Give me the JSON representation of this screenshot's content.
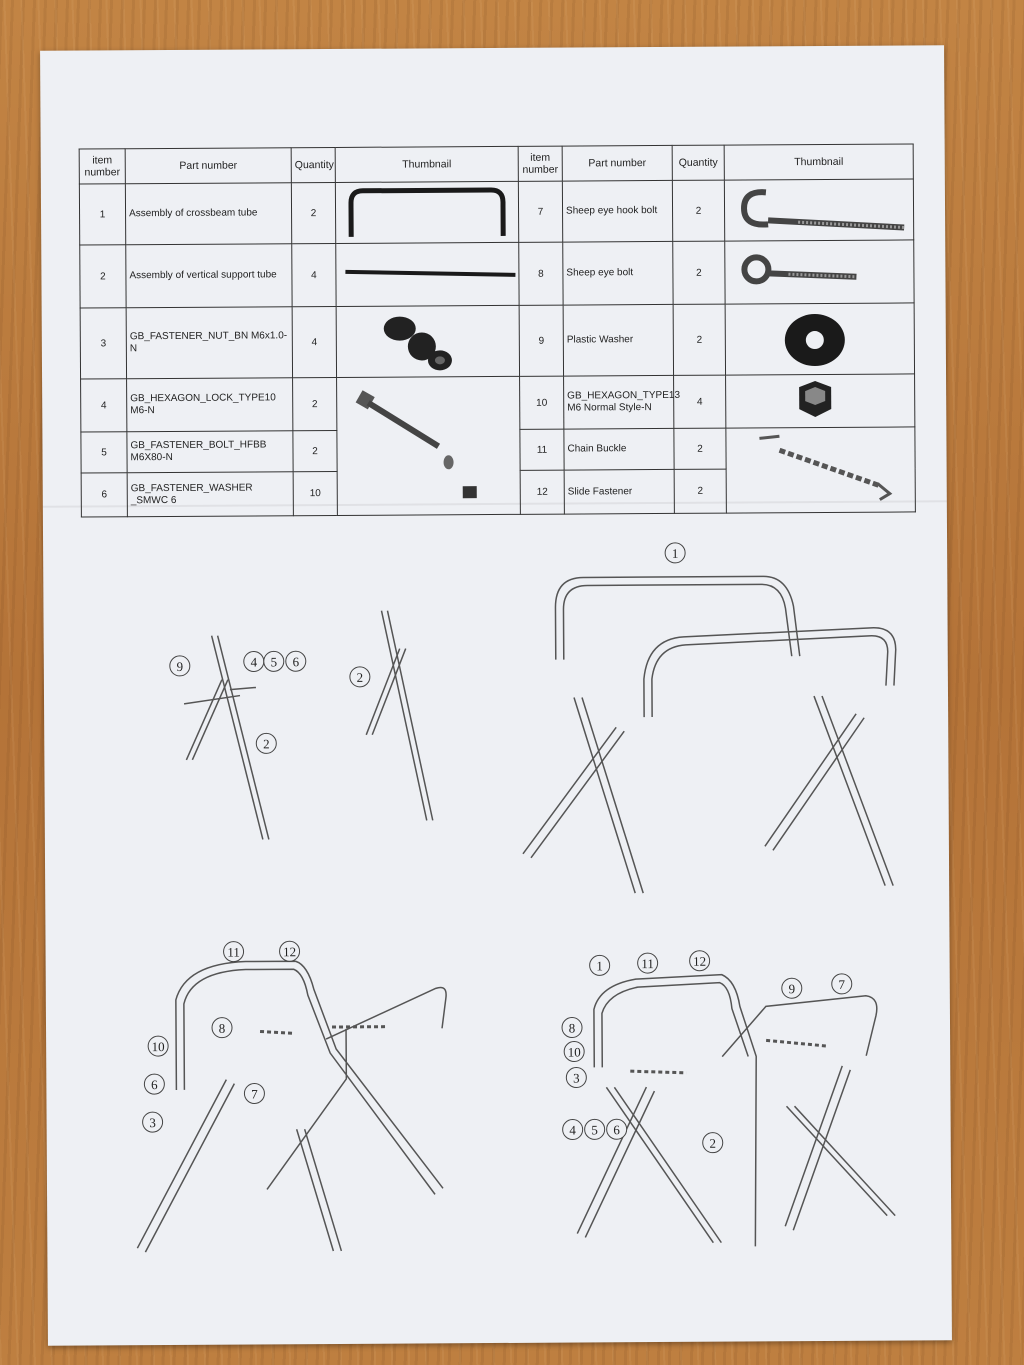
{
  "table": {
    "headers": [
      "item number",
      "Part number",
      "Quantity",
      "Thumbnail",
      "item number",
      "Part number",
      "Quantity",
      "Thumbnail"
    ],
    "left_rows": [
      {
        "item": "1",
        "part": "Assembly of crossbeam tube",
        "qty": "2"
      },
      {
        "item": "2",
        "part": "Assembly of vertical support tube",
        "qty": "4"
      },
      {
        "item": "3",
        "part": "GB_FASTENER_NUT_BN M6x1.0-N",
        "qty": "4"
      },
      {
        "item": "4",
        "part": "GB_HEXAGON_LOCK_TYPE10 M6-N",
        "qty": "2"
      },
      {
        "item": "5",
        "part": "GB_FASTENER_BOLT_HFBB M6X80-N",
        "qty": "2"
      },
      {
        "item": "6",
        "part": "GB_FASTENER_WASHER _SMWC 6",
        "qty": "10"
      }
    ],
    "right_rows": [
      {
        "item": "7",
        "part": "Sheep eye hook bolt",
        "qty": "2"
      },
      {
        "item": "8",
        "part": "Sheep eye bolt",
        "qty": "2"
      },
      {
        "item": "9",
        "part": "Plastic Washer",
        "qty": "2"
      },
      {
        "item": "10",
        "part": "GB_HEXAGON_TYPE13 M6 Normal Style-N",
        "qty": "4"
      },
      {
        "item": "11",
        "part": "Chain Buckle",
        "qty": "2"
      },
      {
        "item": "12",
        "part": "Slide Fastener",
        "qty": "2"
      }
    ]
  },
  "callouts": {
    "fig1": [
      "9",
      "4",
      "5",
      "6",
      "2"
    ],
    "fig2": [
      "2"
    ],
    "fig3": [
      "1"
    ],
    "fig4": [
      "11",
      "12",
      "8",
      "10",
      "6",
      "3",
      "7"
    ],
    "fig5": [
      "1",
      "11",
      "12",
      "8",
      "10",
      "3",
      "4",
      "5",
      "6",
      "2",
      "9",
      "7"
    ]
  },
  "colors": {
    "paper": "#eef0f4",
    "ink": "#333333",
    "desk": "#b87a3e"
  }
}
